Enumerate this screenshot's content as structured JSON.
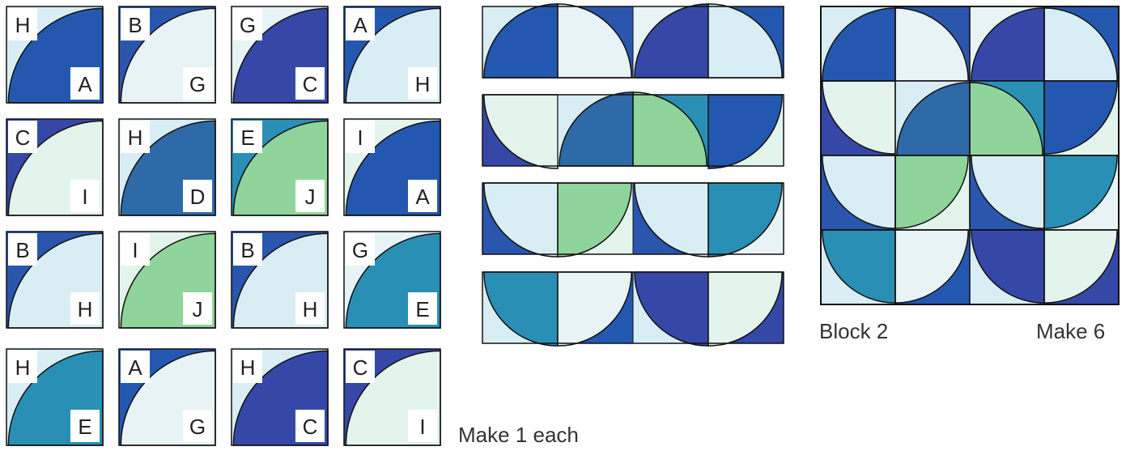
{
  "colors": {
    "A": "#2458b0",
    "B": "#2a56ad",
    "C": "#3548a8",
    "D": "#2f6aa8",
    "E": "#2a8fb5",
    "G": "#e8f3f6",
    "H": "#d9eef4",
    "I": "#e3f4ec",
    "J": "#8fd49a",
    "outline": "#111111",
    "label_bg": "#ffffff",
    "label_text": "#222222"
  },
  "units": [
    {
      "tl": "H",
      "br": "A"
    },
    {
      "tl": "B",
      "br": "G"
    },
    {
      "tl": "G",
      "br": "C"
    },
    {
      "tl": "A",
      "br": "H"
    },
    {
      "tl": "C",
      "br": "I"
    },
    {
      "tl": "H",
      "br": "D"
    },
    {
      "tl": "E",
      "br": "J"
    },
    {
      "tl": "I",
      "br": "A"
    },
    {
      "tl": "B",
      "br": "H"
    },
    {
      "tl": "I",
      "br": "J"
    },
    {
      "tl": "B",
      "br": "H"
    },
    {
      "tl": "G",
      "br": "E"
    },
    {
      "tl": "H",
      "br": "E"
    },
    {
      "tl": "A",
      "br": "G"
    },
    {
      "tl": "H",
      "br": "C"
    },
    {
      "tl": "C",
      "br": "I"
    }
  ],
  "rows": [
    [
      {
        "bg": "H",
        "arc": "A"
      },
      {
        "bg": "B",
        "arc": "G"
      },
      {
        "bg": "G",
        "arc": "C"
      },
      {
        "bg": "A",
        "arc": "H"
      }
    ],
    [
      {
        "bg": "C",
        "arc": "I"
      },
      {
        "bg": "H",
        "arc": "D"
      },
      {
        "bg": "E",
        "arc": "J"
      },
      {
        "bg": "I",
        "arc": "A"
      }
    ],
    [
      {
        "bg": "B",
        "arc": "H"
      },
      {
        "bg": "I",
        "arc": "J"
      },
      {
        "bg": "B",
        "arc": "H"
      },
      {
        "bg": "G",
        "arc": "E"
      }
    ],
    [
      {
        "bg": "H",
        "arc": "E"
      },
      {
        "bg": "A",
        "arc": "G"
      },
      {
        "bg": "H",
        "arc": "C"
      },
      {
        "bg": "C",
        "arc": "I"
      }
    ]
  ],
  "block": [
    [
      {
        "bg": "H",
        "arc": "A"
      },
      {
        "bg": "B",
        "arc": "G"
      },
      {
        "bg": "G",
        "arc": "C"
      },
      {
        "bg": "A",
        "arc": "H"
      }
    ],
    [
      {
        "bg": "C",
        "arc": "I"
      },
      {
        "bg": "H",
        "arc": "D"
      },
      {
        "bg": "E",
        "arc": "J"
      },
      {
        "bg": "I",
        "arc": "A"
      }
    ],
    [
      {
        "bg": "B",
        "arc": "H"
      },
      {
        "bg": "I",
        "arc": "J"
      },
      {
        "bg": "B",
        "arc": "H"
      },
      {
        "bg": "G",
        "arc": "E"
      }
    ],
    [
      {
        "bg": "H",
        "arc": "E"
      },
      {
        "bg": "A",
        "arc": "G"
      },
      {
        "bg": "H",
        "arc": "C"
      },
      {
        "bg": "C",
        "arc": "I"
      }
    ]
  ],
  "captions": {
    "make_each": "Make 1 each",
    "block_name": "Block 2",
    "make_count": "Make 6"
  }
}
